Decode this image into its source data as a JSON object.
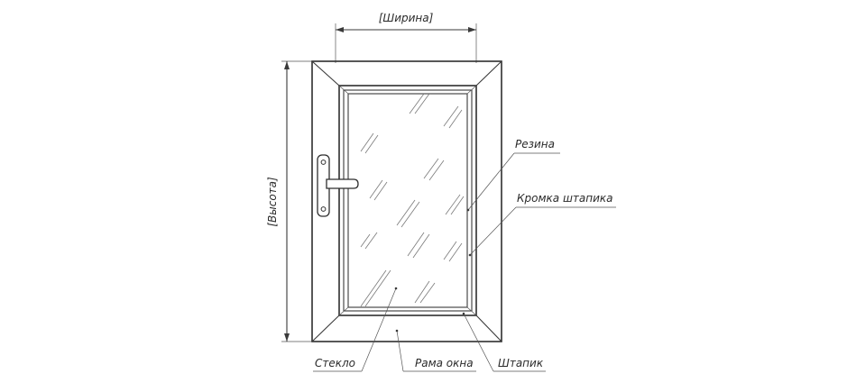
{
  "dimensions": {
    "width_label": "[Ширина]",
    "height_label": "[Высота]"
  },
  "callouts": {
    "rubber": "Резина",
    "bead_edge": "Кромка штапика",
    "glass": "Стекло",
    "window_frame": "Рама окна",
    "bead": "Штапик"
  }
}
